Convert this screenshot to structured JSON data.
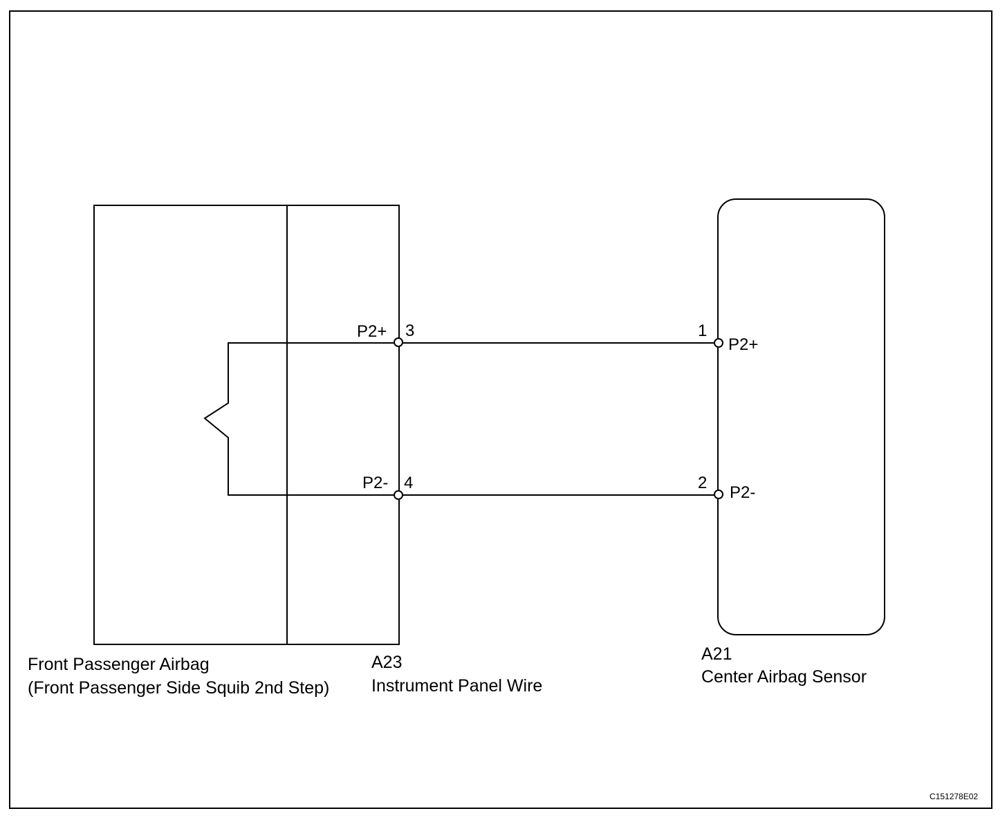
{
  "components": {
    "airbag": {
      "name": "Front Passenger Airbag",
      "sub": "(Front Passenger Side Squib 2nd Step)"
    },
    "wire": {
      "code": "A23",
      "name": "Instrument Panel Wire",
      "pin_p2_plus": "P2+",
      "pin_p2_plus_num": "3",
      "pin_p2_minus": "P2-",
      "pin_p2_minus_num": "4"
    },
    "sensor": {
      "code": "A21",
      "name": "Center Airbag Sensor",
      "pin_p2_plus": "P2+",
      "pin_p2_plus_num": "1",
      "pin_p2_minus": "P2-",
      "pin_p2_minus_num": "2"
    }
  },
  "figure_code": "C151278E02"
}
